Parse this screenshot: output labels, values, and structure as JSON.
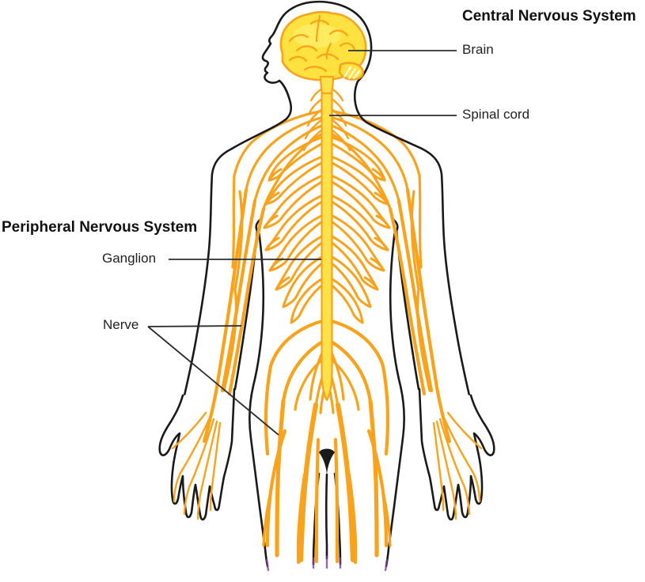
{
  "figure": {
    "cns_title": "Central Nervous System",
    "pns_title": "Peripheral Nervous System",
    "brain_label": "Brain",
    "spinal_cord_label": "Spinal cord",
    "ganglion_label": "Ganglion",
    "nerve_label": "Nerve"
  },
  "colors": {
    "nerve_orange": "#F9A21B",
    "spinal_cord_yellow": "#FFE14A",
    "brain_yellow": "#FFE23F",
    "brain_highlight": "#FFF06E",
    "body_outline": "#1A1A1A",
    "leader_line": "#2B2B2B",
    "fade_purple": "#7E3F98",
    "background": "#FFFFFF",
    "text": "#222222"
  }
}
